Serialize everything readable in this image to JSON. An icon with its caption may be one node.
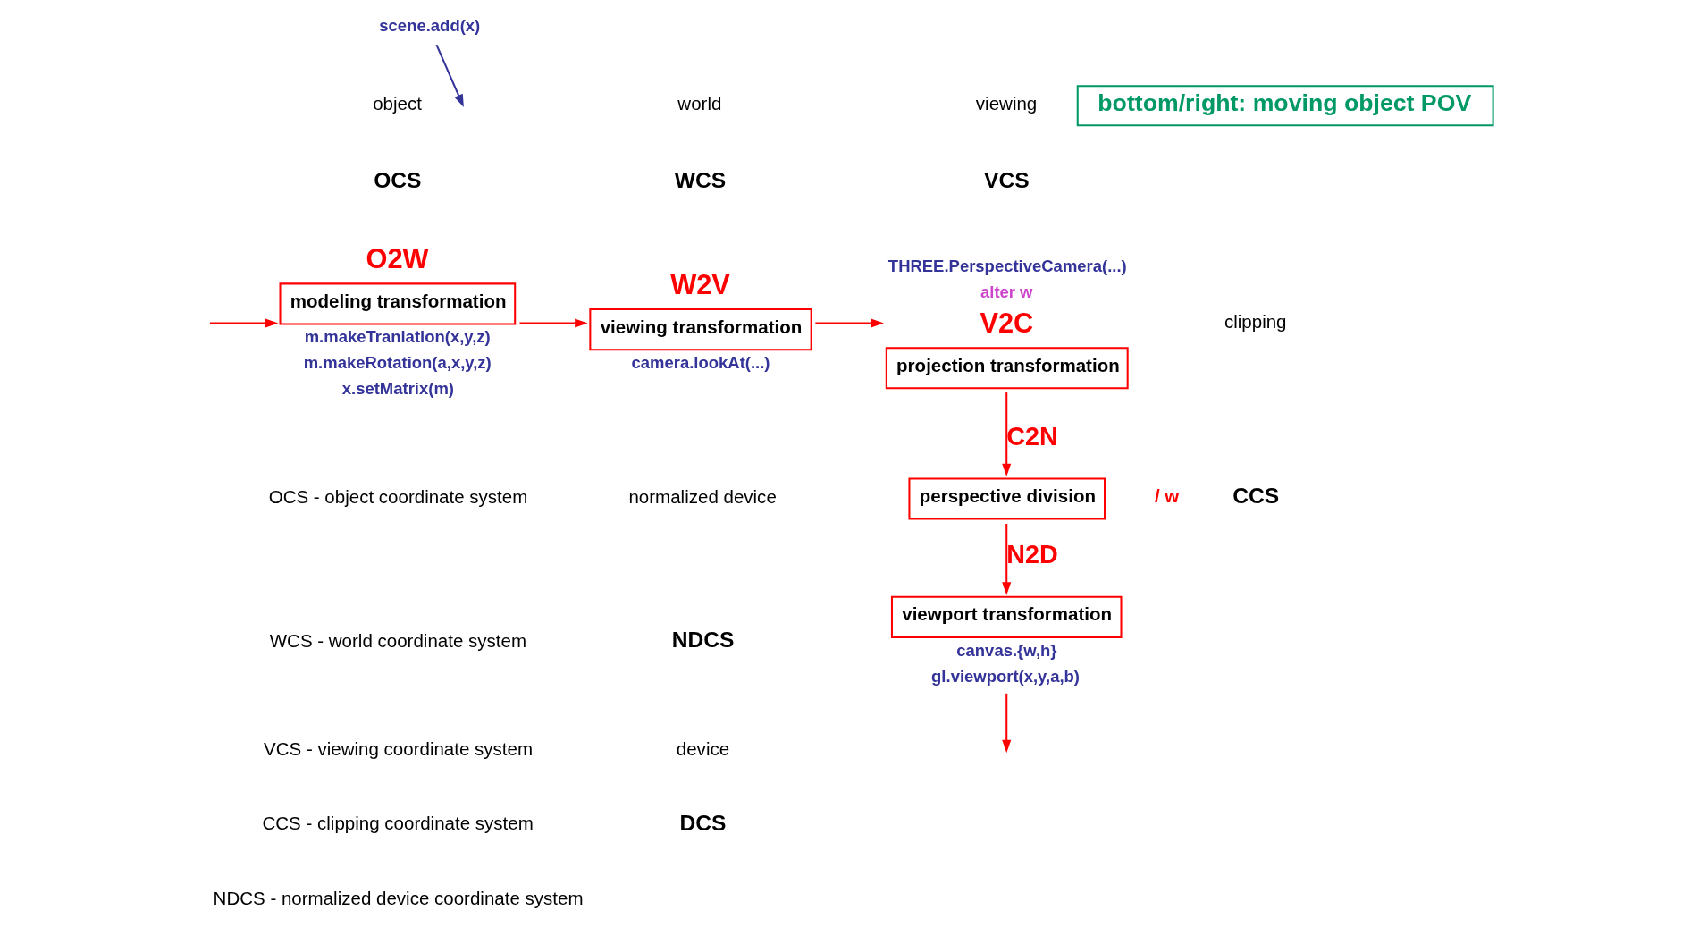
{
  "diagram": {
    "nodes": [
      {
        "text": [
          "modeling transformation"
        ],
        "beside": [
          "O2W",
          "m.makeTranlation(x,y,z)",
          "m.makeRotation(a,x,y,z)",
          "x.setMatrix(m)"
        ]
      },
      {
        "text": [
          "viewing transformation"
        ],
        "beside": [
          "W2V",
          "camera.lookAt(...)"
        ]
      },
      {
        "text": [
          "projection transformation"
        ],
        "beside": [
          "THREE.PerspectiveCamera(...)",
          "alter w",
          "V2C"
        ]
      },
      {
        "text": [
          "perspective division"
        ]
      },
      {
        "text": [
          "viewport transformation"
        ],
        "beside": [
          "canvas.{w,h}",
          "gl.viewport(x,y,a,b)"
        ]
      },
      {
        "text": [
          "scene.add(x)"
        ]
      },
      {
        "text": [
          "bottom/right: moving object POV"
        ]
      }
    ],
    "edges": [
      {
        "from": null,
        "to": 0,
        "arrow": "to"
      },
      {
        "from": 0,
        "to": 1,
        "arrow": "to"
      },
      {
        "from": 1,
        "to": 2,
        "arrow": "to"
      },
      {
        "from": 2,
        "to": 3,
        "arrow": "to",
        "label": "C2N"
      },
      {
        "from": 3,
        "to": 4,
        "arrow": "to",
        "label": "N2D"
      },
      {
        "from": 4,
        "to": null,
        "arrow": "to"
      },
      {
        "from": 5,
        "to": null,
        "arrow": "to",
        "color": "#333399"
      }
    ],
    "labels": [
      "object",
      "OCS",
      "world",
      "WCS",
      "viewing",
      "VCS",
      "/ w",
      "clipping",
      "CCS",
      "normalized device",
      "NDCS",
      "device",
      "DCS",
      "OCS - object coordinate system",
      "WCS - world coordinate system",
      "VCS - viewing coordinate system",
      "CCS - clipping coordinate system",
      "NDCS - normalized device coordinate system"
    ]
  }
}
